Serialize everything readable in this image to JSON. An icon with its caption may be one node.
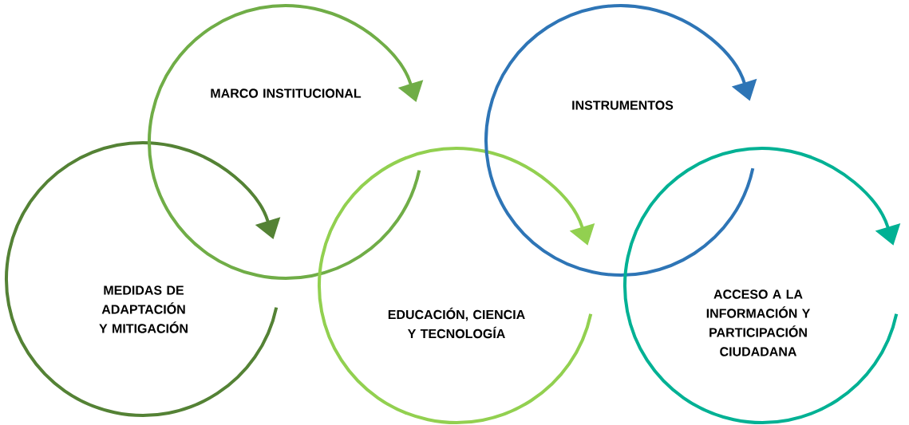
{
  "diagram": {
    "nodes": [
      {
        "text": [
          "MEDIDAS DE ADAPTACIÓN Y MITIGACIÓN"
        ]
      },
      {
        "text": [
          "MARCO INSTITUCIONAL"
        ]
      },
      {
        "text": [
          "EDUCACIÓN, CIENCIA Y TECNOLOGÍA"
        ]
      },
      {
        "text": [
          "INSTRUMENTOS"
        ]
      },
      {
        "text": [
          "ACCESO A LA INFORMACIÓN Y PARTICIPACIÓN CIUDADANA"
        ]
      }
    ]
  }
}
